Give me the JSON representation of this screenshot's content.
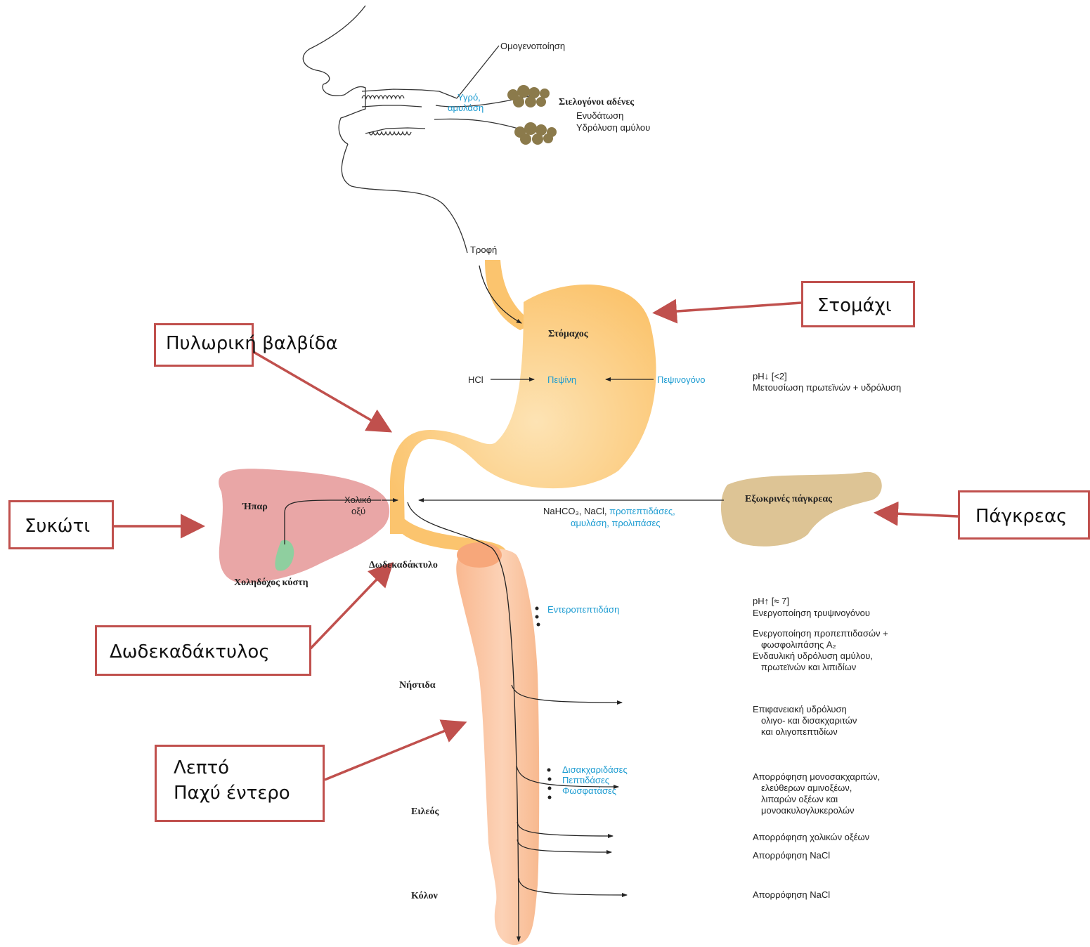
{
  "title": "",
  "mouth": {
    "homogenization": "Ομογενοποίηση",
    "fluid_amylase": [
      "Υγρό,",
      "αμυλάση"
    ],
    "salivary_glands": "Σιελογόνοι αδένες",
    "hydration": "Ενυδάτωση",
    "starch_hydrolysis": "Υδρόλυση αμύλου",
    "food": "Τροφή"
  },
  "stomach": {
    "name": "Στόμαχος",
    "hcl": "HCl",
    "pepsin": "Πεψίνη",
    "pepsinogen": "Πεψινογόνο",
    "ph_note": "pH↓  [<2]",
    "denaturation": "Μετουσίωση πρωτεϊνών + υδρόλυση"
  },
  "liver": {
    "name": "Ήπαρ",
    "bile_acid": [
      "Χολικό",
      "οξύ"
    ],
    "gallbladder": "Χοληδόχος κύστη"
  },
  "pancreas": {
    "name": "Εξωκρινές πάγκρεας",
    "secretions_plain": "NaHCO₃, NaCl,",
    "secretions_blue": "προπεπτιδάσες,",
    "secretions_line2": "αμυλάση, προλιπάσες"
  },
  "intestine": {
    "duodenum": "Δωδεκαδάκτυλο",
    "enteropeptidase": "Εντεροπεπτιδάση",
    "jejunum": "Νήστιδα",
    "ileum": "Ειλεός",
    "colon": "Κόλον",
    "enzymes": [
      "Δισακχαριδάσες",
      "Πεπτιδάσες",
      "Φωσφατάσες"
    ]
  },
  "right_notes": {
    "ph_high": "pH↑ [≈ 7]",
    "trypsinogen": "Ενεργοποίηση τρυψινογόνου",
    "activation": [
      "Ενεργοποίηση προπεπτιδασών +",
      "φωσφολιπάσης A₂"
    ],
    "luminal": [
      "Ενδαυλική υδρόλυση αμύλου,",
      "πρωτεϊνών και λιπιδίων"
    ],
    "surface": [
      "Επιφανειακή υδρόλυση",
      "ολιγο- και δισακχαριτών",
      "και ολιγοπεπτιδίων"
    ],
    "absorption": [
      "Απορρόφηση μονοσακχαριτών,",
      "ελεύθερων αμινοξέων,",
      "λιπαρών οξέων και",
      "μονοακυλογλυκερολών"
    ],
    "bile_absorption": "Απορρόφηση χολικών οξέων",
    "nacl_1": "Απορρόφηση NaCl",
    "nacl_2": "Απορρόφηση NaCl"
  },
  "callouts": {
    "stomach": "Στομάχι",
    "pyloric": "Πυλωρική βαλβίδα",
    "liver": "Συκώτι",
    "pancreas": "Πάγκρεας",
    "duodenum": "Δωδεκαδάκτυλος",
    "intestine": [
      "Λεπτό",
      "Παχύ έντερο"
    ]
  },
  "colors": {
    "callout_border": "#c0504d",
    "arrow": "#c0504d",
    "blue_text": "#1b9bd1",
    "stomach": "#fbc978",
    "intestine": "#fbc3a0",
    "liver": "#e9a6a6",
    "pancreas": "#ddc495",
    "gland": "#8b7a4b"
  }
}
